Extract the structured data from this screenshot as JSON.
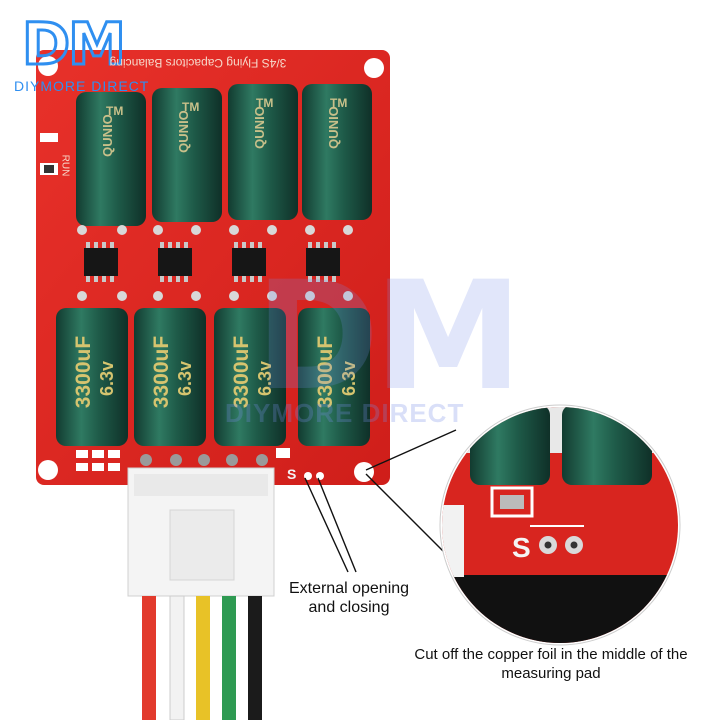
{
  "watermark": {
    "logo_mark": "DM",
    "logo_text": "DIYMORE DIRECT",
    "center_mark": "DM",
    "center_text": "DIYMORE DIRECT"
  },
  "board": {
    "title": "3/4S Flying Capacitors Balancing",
    "run_label": "RUN",
    "pad_label": "S",
    "top_caps": [
      {
        "brand": "QUNIO",
        "mark": "TM"
      },
      {
        "brand": "QUNIO",
        "mark": "TM"
      },
      {
        "brand": "QUNIO",
        "mark": "TM"
      },
      {
        "brand": "QUNIO",
        "mark": "TM"
      }
    ],
    "bottom_caps": [
      {
        "value": "3300uF",
        "voltage": "6.3v"
      },
      {
        "value": "3300uF",
        "voltage": "6.3v"
      },
      {
        "value": "3300uF",
        "voltage": "6.3v"
      },
      {
        "value": "3300uF",
        "voltage": "6.3v"
      }
    ],
    "connector_pins": 5,
    "wire_colors": [
      "#e23a2c",
      "#f2f2f2",
      "#e8c227",
      "#2e9a52",
      "#1b1b1b"
    ]
  },
  "zoom": {
    "pad_label": "S"
  },
  "captions": {
    "opening": "External opening and closing",
    "copper": "Cut off the copper foil in the middle of the measuring pad"
  },
  "colors": {
    "pcb": "#e0241f",
    "capacitor": "#1f5a49",
    "watermark": "#2f8ff0"
  }
}
